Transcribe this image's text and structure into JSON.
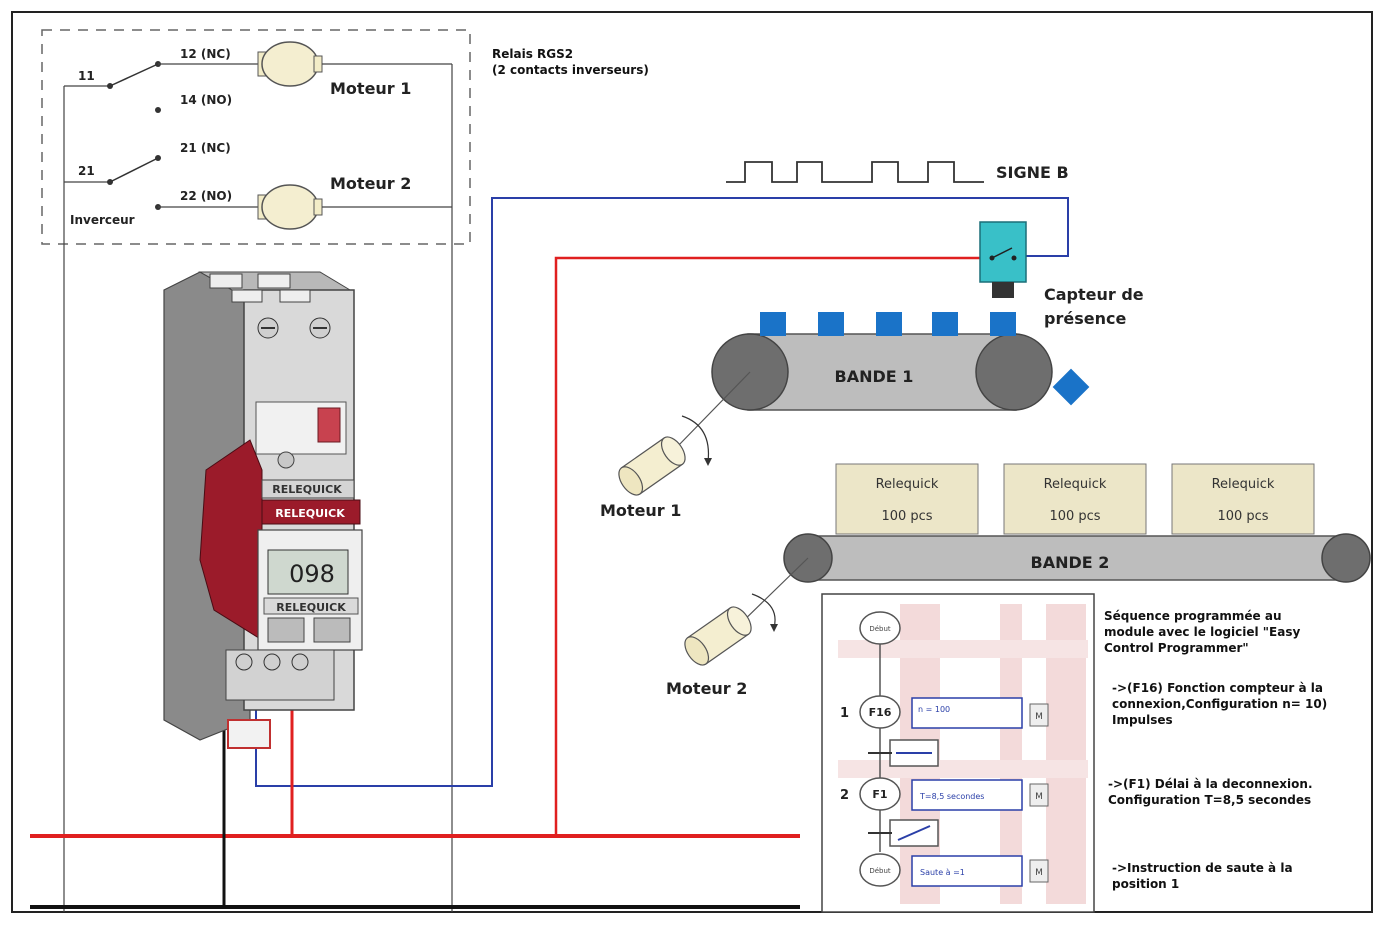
{
  "relay_box": {
    "terminal_11": "11",
    "terminal_21": "21",
    "contact_12": "12  (NC)",
    "contact_14": "14 (NO)",
    "contact_21nc": "21 (NC)",
    "contact_22": "22 (NO)",
    "motor1_label": "Moteur 1",
    "motor2_label": "Moteur 2",
    "inverter_label": "Inverceur"
  },
  "relay_title": {
    "line1": "Relais RGS2",
    "line2": "(2 contacts inverseurs)"
  },
  "signal_label": "SIGNE B",
  "sensor_label": {
    "line1": "Capteur de",
    "line2": "présence"
  },
  "belt1": {
    "label": "BANDE 1",
    "motor_label": "Moteur 1"
  },
  "belt2": {
    "label": "BANDE 2",
    "motor_label": "Moteur 2"
  },
  "boxes": [
    {
      "name": "Relequick",
      "qty": "100 pcs"
    },
    {
      "name": "Relequick",
      "qty": "100 pcs"
    },
    {
      "name": "Relequick",
      "qty": "100 pcs"
    }
  ],
  "module": {
    "top_label_1": "RELEQUICK",
    "top_label_2": "RELEQUICK",
    "display_value": "098",
    "bottom_label": "RELEQUICK"
  },
  "sequence": {
    "title_line1": "Séquence programmée au",
    "title_line2": "module avec le logiciel \"Easy",
    "title_line3": "Control Programmer\"",
    "start_node": "Début",
    "end_node": "Début",
    "step1_num": "1",
    "step1_node": "F16",
    "step1_box": "n = 100",
    "step2_num": "2",
    "step2_node": "F1",
    "step2_box": "T=8,5 secondes",
    "step3_box": "Saute à =1",
    "m_label": "M",
    "note1_line1": "->(F16) Fonction compteur à la",
    "note1_line2": "connexion,Configuration n= 10)",
    "note1_line3": "Impulses",
    "note2_line1": "->(F1) Délai à la deconnexion.",
    "note2_line2": "Configuration T=8,5 secondes",
    "note3_line1": "->Instruction de saute à la",
    "note3_line2": "position 1"
  },
  "colors": {
    "red_wire": "#e02020",
    "blue_wire": "#2a3fa8",
    "black_wire": "#111111",
    "belt_roller": "#6e6e6e",
    "belt_body": "#bdbdbd",
    "part_blue": "#1a73c8",
    "sensor_cyan": "#39c0c8",
    "box_fill": "#ece6c8",
    "module_red": "#9b1b2a"
  }
}
